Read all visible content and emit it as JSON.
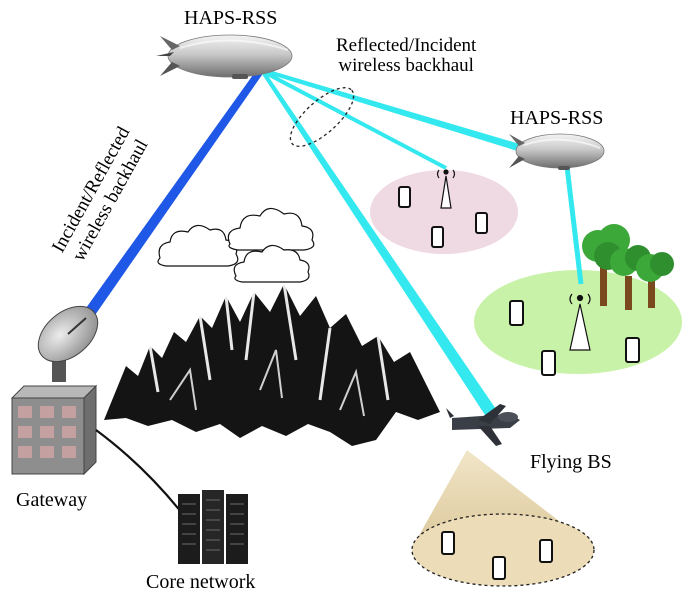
{
  "labels": {
    "haps_top": "HAPS-RSS",
    "haps_right": "HAPS-RSS",
    "reflected_line1": "Reflected/Incident",
    "reflected_line2": "wireless backhaul",
    "incident_line1": "Incident/Reflected",
    "incident_line2": "wireless backhaul",
    "flying_bs": "Flying BS",
    "gateway": "Gateway",
    "core_network": "Core network"
  },
  "colors": {
    "link_blue": "#1f57e6",
    "link_cyan": "#33e8ee",
    "cell_pink": "#efd9e2",
    "cell_green": "#c8f2a8",
    "cell_beige": "#ecdcb8",
    "beam_beige": "#e6d4a8",
    "tree_green": "#3da83a",
    "trunk_brown": "#7a4a1e",
    "building_gray": "#8e8e8e"
  },
  "icons": [
    "airship-icon",
    "satellite-dish-icon",
    "building-icon",
    "server-rack-icon",
    "drone-icon",
    "cell-tower-icon",
    "smartphone-icon",
    "tree-icon",
    "cloud-icon",
    "mountain-icon"
  ]
}
